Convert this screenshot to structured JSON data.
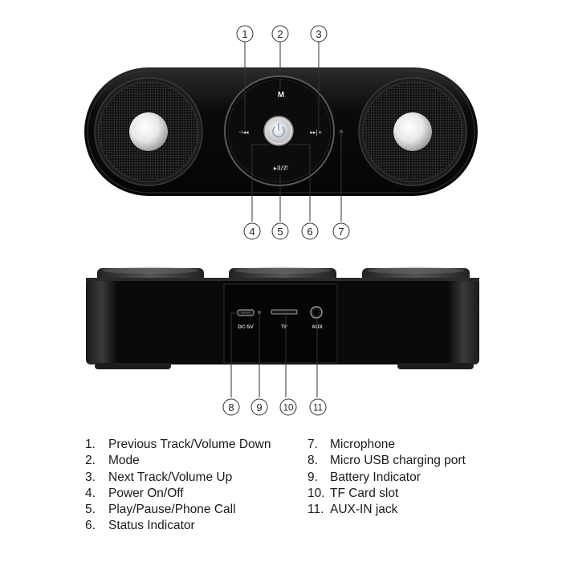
{
  "colors": {
    "body": "#0b0b0b",
    "accent": "#c8c8c8",
    "callout": "#333333"
  },
  "icons": {
    "prev": "skip-previous-icon",
    "next": "skip-next-icon",
    "play_call": "play-pause-phone-icon",
    "power": "power-icon"
  },
  "front": {
    "mode_label": "M",
    "prev_label": "⊣◂◂",
    "next_label": "▸▸|+",
    "play_label": "▸II/✆"
  },
  "back": {
    "dc_label": "DC-5V",
    "tf_label": "TF",
    "aux_label": "AUX"
  },
  "callouts": [
    {
      "id": 1,
      "text": "1"
    },
    {
      "id": 2,
      "text": "2"
    },
    {
      "id": 3,
      "text": "3"
    },
    {
      "id": 4,
      "text": "4"
    },
    {
      "id": 5,
      "text": "5"
    },
    {
      "id": 6,
      "text": "6"
    },
    {
      "id": 7,
      "text": "7"
    },
    {
      "id": 8,
      "text": "8"
    },
    {
      "id": 9,
      "text": "9"
    },
    {
      "id": 10,
      "text": "10"
    },
    {
      "id": 11,
      "text": "11"
    }
  ],
  "legend": {
    "left": [
      {
        "num": "1.",
        "label": "Previous Track/Volume Down"
      },
      {
        "num": "2.",
        "label": "Mode"
      },
      {
        "num": "3.",
        "label": "Next Track/Volume Up"
      },
      {
        "num": "4.",
        "label": "Power On/Off"
      },
      {
        "num": "5.",
        "label": "Play/Pause/Phone Call"
      },
      {
        "num": "6.",
        "label": "Status Indicator"
      }
    ],
    "right": [
      {
        "num": "7.",
        "label": "Microphone"
      },
      {
        "num": "8.",
        "label": "Micro USB charging port"
      },
      {
        "num": "9.",
        "label": "Battery Indicator"
      },
      {
        "num": "10.",
        "label": "TF Card slot"
      },
      {
        "num": "11.",
        "label": "AUX-IN jack"
      }
    ]
  }
}
